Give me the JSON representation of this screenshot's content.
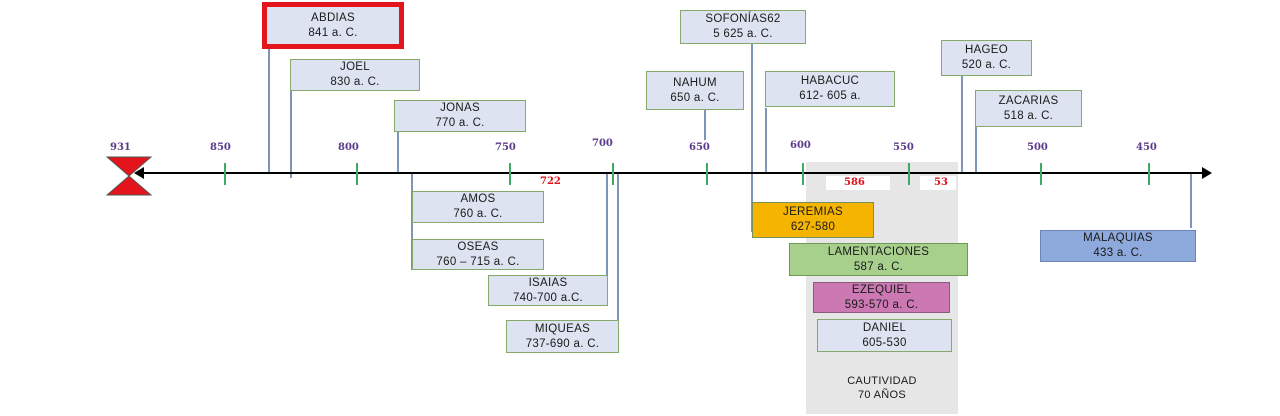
{
  "timeline": {
    "ticks": {
      "t931": "931",
      "t850": "850",
      "t800": "800",
      "t750": "750",
      "t700": "700",
      "t650": "650",
      "t600": "600",
      "t550": "550",
      "t500": "500",
      "t450": "450"
    },
    "marks": {
      "m722": "722",
      "m586": "586",
      "m53": "53"
    }
  },
  "prophets": {
    "abdias": {
      "name": "ABDIAS",
      "date": "841 a. C."
    },
    "joel": {
      "name": "JOEL",
      "date": "830 a. C."
    },
    "jonas": {
      "name": "JONAS",
      "date": "770 a. C."
    },
    "amos": {
      "name": "AMOS",
      "date": "760 a. C."
    },
    "oseas": {
      "name": "OSEAS",
      "date": "760 – 715 a. C."
    },
    "isaias": {
      "name": "ISAIAS",
      "date": "740-700 a.C."
    },
    "miqueas": {
      "name": "MIQUEAS",
      "date": "737-690 a. C."
    },
    "nahum": {
      "name": "NAHUM",
      "date": "650 a. C."
    },
    "sofonias": {
      "name": "SOFONÍAS62",
      "date": "5 625 a. C."
    },
    "habacuc": {
      "name": "HABACUC",
      "date": "612- 605 a."
    },
    "jeremias": {
      "name": "JEREMIAS",
      "date": "627-580"
    },
    "lamentaciones": {
      "name": "LAMENTACIONES",
      "date": "587 a. C."
    },
    "ezequiel": {
      "name": "EZEQUIEL",
      "date": "593-570 a. C."
    },
    "daniel": {
      "name": "DANIEL",
      "date": "605-530"
    },
    "hageo": {
      "name": "HAGEO",
      "date": "520 a. C."
    },
    "zacarias": {
      "name": "ZACARIAS",
      "date": "518 a. C."
    },
    "malaquias": {
      "name": "MALAQUIAS",
      "date": "433 a. C."
    }
  },
  "captivity": {
    "line1": "CAUTIVIDAD",
    "line2": "70 AÑOS"
  },
  "colors": {
    "axis": "#000000",
    "tick": "#3fa864",
    "tick_label": "#5a3a8a",
    "highlight_border": "#e3141b",
    "hourglass": "#e3141b",
    "jeremias": "#f5b400",
    "lamentaciones": "#a8d08d",
    "ezequiel": "#cc79b3",
    "malaquias": "#8ea9db",
    "captivity_band": "#e6e6e6"
  }
}
